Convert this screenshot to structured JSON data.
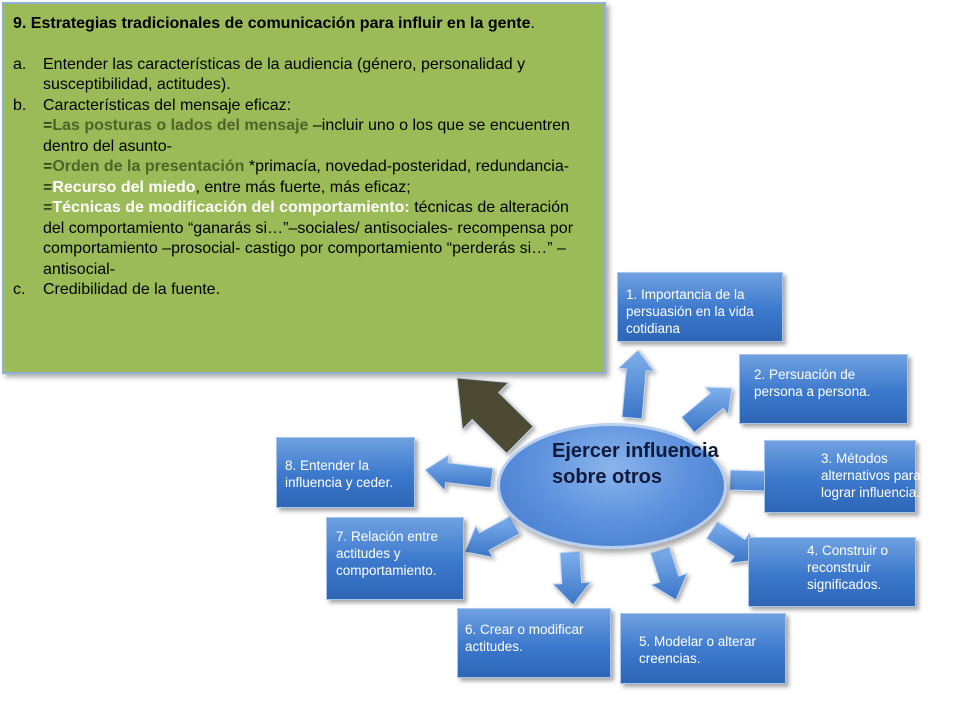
{
  "colors": {
    "panel_green": "#9bbb59",
    "box_blue": "#3b78cc",
    "arrow_blue": "#4a86d8",
    "big_arrow": "#4d4a34",
    "center_text": "#0d1a3a",
    "olive_text": "#4f6228"
  },
  "panel": {
    "title_bold": "9. Estrategias tradicionales de comunicación para influir en la gente",
    "title_dot": ".",
    "item_a": {
      "marker": "a.",
      "text": "Entender las características de la audiencia (género, personalidad y susceptibilidad, actitudes)."
    },
    "item_b": {
      "marker": "b.",
      "text": "Características del mensaje eficaz:",
      "sub1": {
        "prefix": "=",
        "highlight": "Las posturas o lados del mensaje",
        "rest": " –incluir uno o los que se encuentren dentro del asunto-"
      },
      "sub2": {
        "prefix": "=",
        "highlight": "Orden de la presentación",
        "rest": " *primacía, novedad-posteridad, redundancia-"
      },
      "sub3": {
        "prefix": "=",
        "highlight": "Recurso del miedo",
        "rest": ", entre más fuerte, más eficaz;"
      },
      "sub4": {
        "prefix": "=",
        "highlight": "Técnicas de modificación del comportamiento:",
        "rest": " técnicas de alteración del  comportamiento “ganarás si…”–sociales/ antisociales- recompensa por  comportamiento –prosocial- castigo por comportamiento “perderás si…” –antisocial-"
      }
    },
    "item_c": {
      "marker": "c.",
      "text": "Credibilidad de la fuente."
    }
  },
  "center": {
    "label": "Ejercer influencia sobre otros"
  },
  "boxes": {
    "b1": "1. Importancia de la persuasión en la vida cotidiana",
    "b2": "2. Persuación de persona a persona.",
    "b3": "3. Métodos alternativos para lograr influencia.",
    "b4": "4. Construir o reconstruir significados.",
    "b5": "5. Modelar o alterar creencias.",
    "b6": "6. Crear o modificar actitudes.",
    "b7": "7.  Relación entre actitudes  y comportamiento.",
    "b8": "8. Entender la influencia y ceder."
  }
}
